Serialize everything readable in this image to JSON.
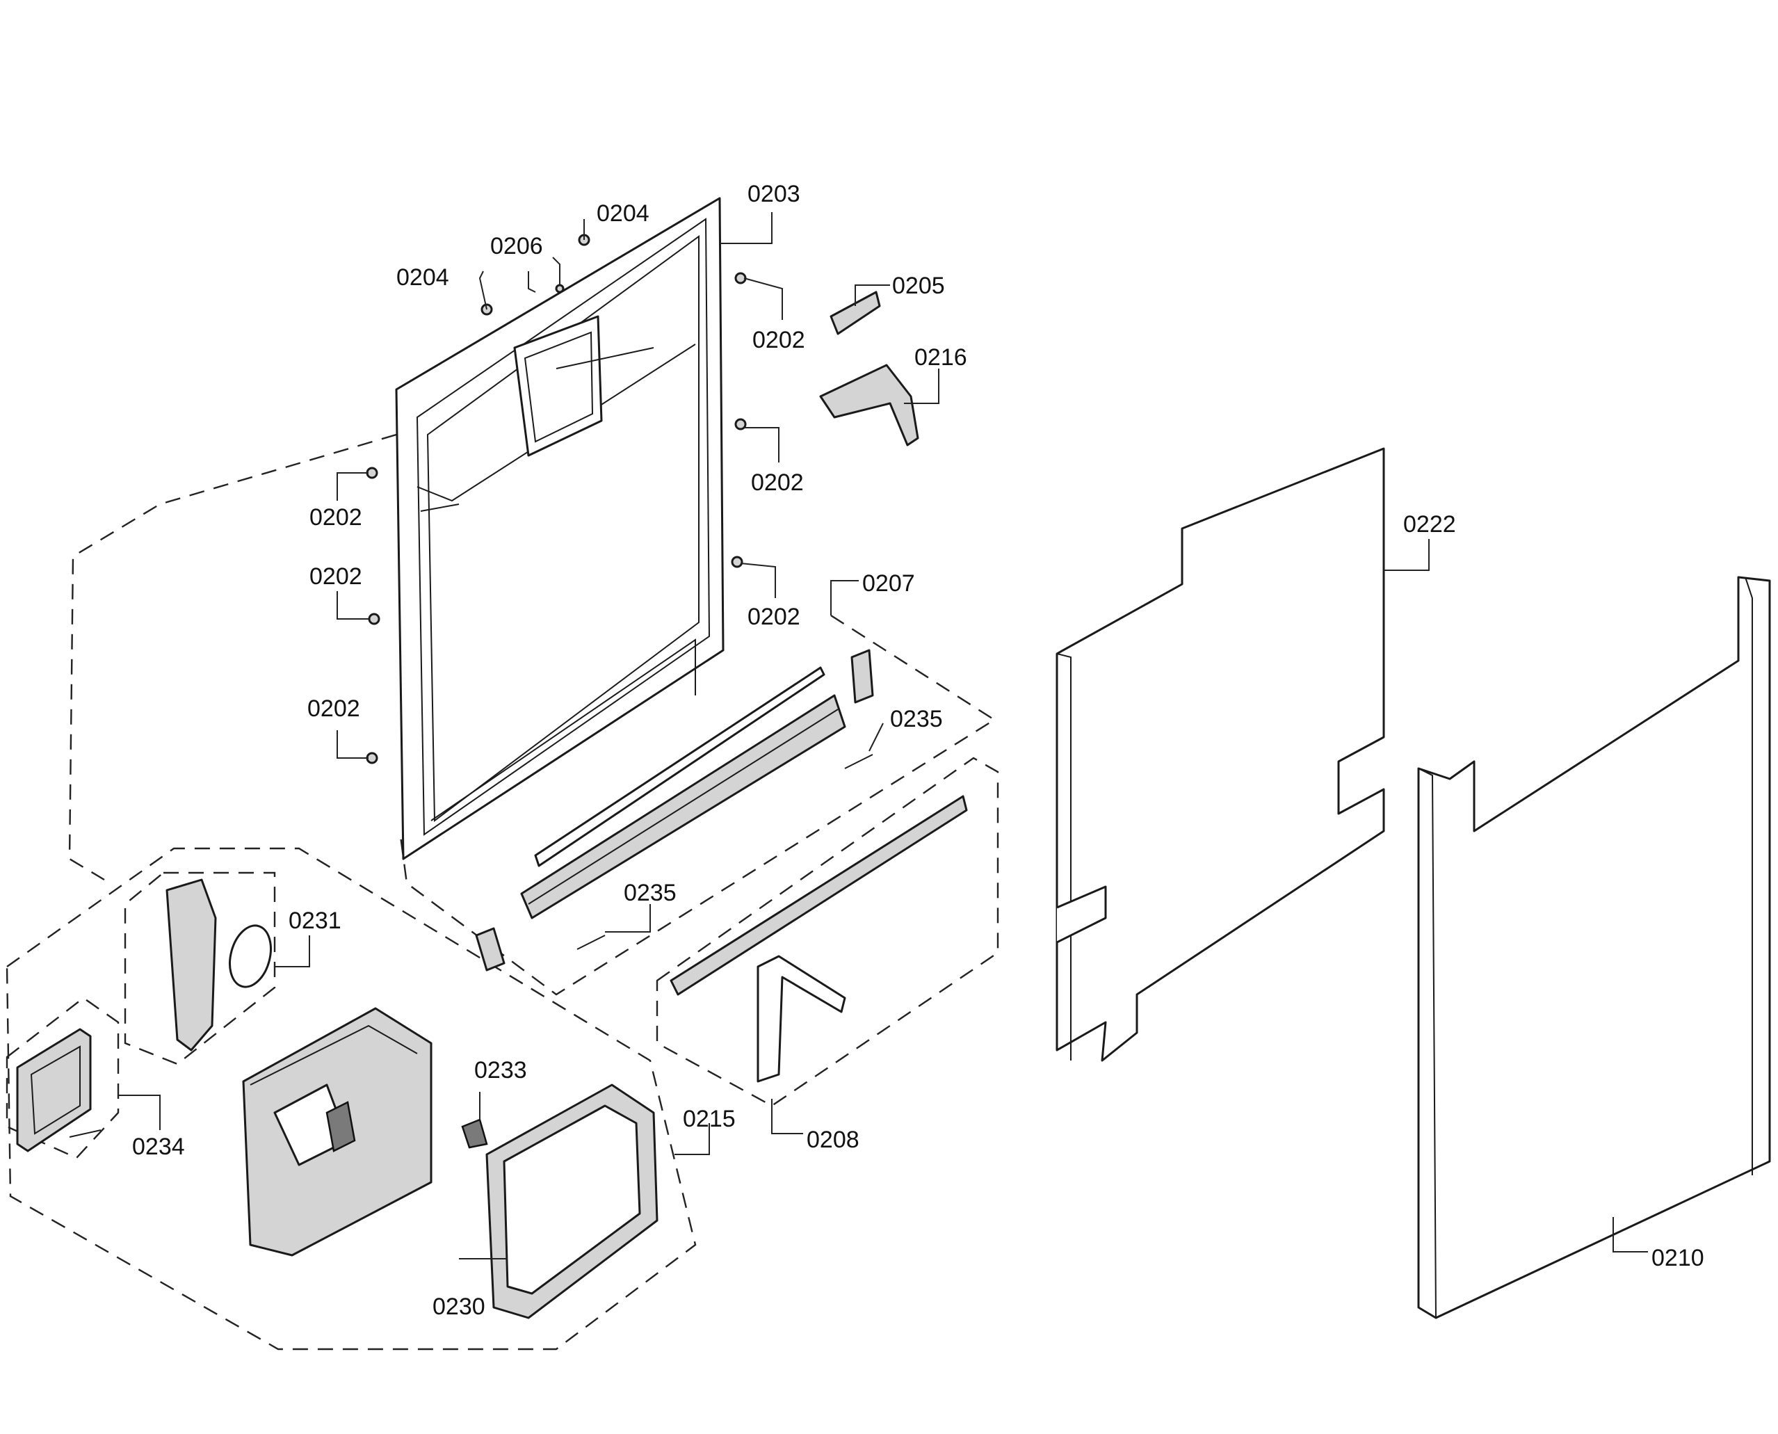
{
  "callouts": {
    "c0203": "0203",
    "c0204a": "0204",
    "c0204b": "0204",
    "c0206": "0206",
    "c0205": "0205",
    "c0216": "0216",
    "c0202a": "0202",
    "c0202b": "0202",
    "c0202c": "0202",
    "c0202d": "0202",
    "c0202e": "0202",
    "c0202f": "0202",
    "c0207": "0207",
    "c0235a": "0235",
    "c0235b": "0235",
    "c0222": "0222",
    "c0231": "0231",
    "c0233": "0233",
    "c0215": "0215",
    "c0208": "0208",
    "c0234": "0234",
    "c0230": "0230",
    "c0210": "0210"
  }
}
